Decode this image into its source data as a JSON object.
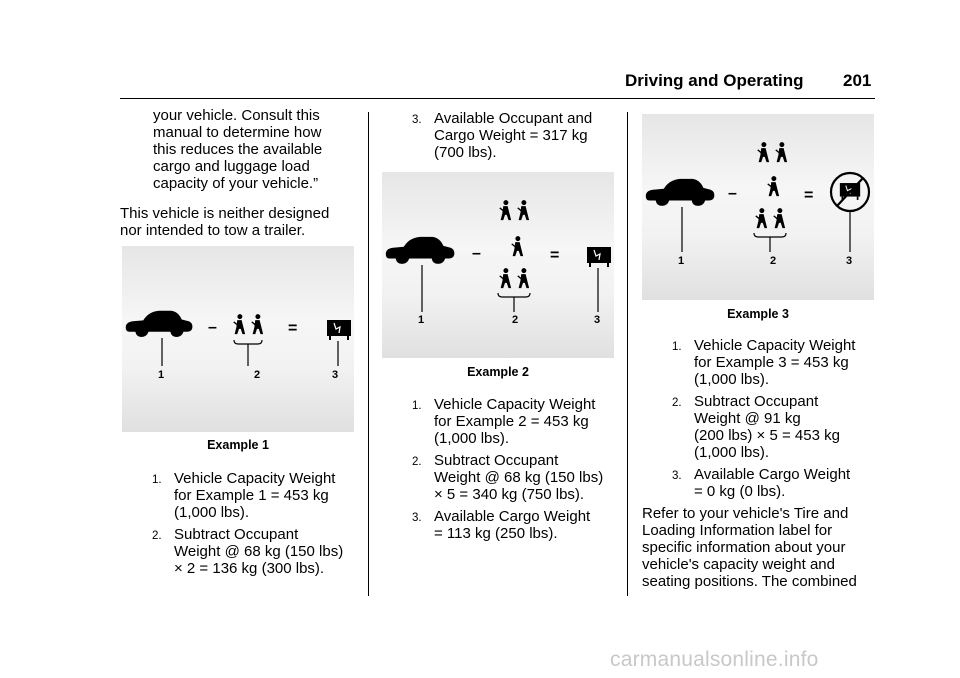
{
  "header": {
    "title": "Driving and Operating",
    "page_number": "201"
  },
  "col1": {
    "quote": "your vehicle. Consult this\nmanual to determine how\nthis reduces the available\ncargo and luggage load\ncapacity of your vehicle.”",
    "para": "This vehicle is neither designed\nnor intended to tow a trailer.",
    "caption": "Example 1",
    "items": [
      {
        "num": "1.",
        "text": "Vehicle Capacity Weight\nfor Example 1 = 453 kg\n(1,000 lbs)."
      },
      {
        "num": "2.",
        "text": "Subtract Occupant\nWeight @ 68 kg (150 lbs)\n× 2 = 136 kg (300 lbs)."
      }
    ]
  },
  "col2": {
    "items_top": [
      {
        "num": "3.",
        "text": "Available Occupant and\nCargo Weight = 317 kg\n(700 lbs)."
      }
    ],
    "caption": "Example 2",
    "items": [
      {
        "num": "1.",
        "text": "Vehicle Capacity Weight\nfor Example 2 = 453 kg\n(1,000 lbs)."
      },
      {
        "num": "2.",
        "text": "Subtract Occupant\nWeight @ 68 kg (150 lbs)\n× 5 = 340 kg (750 lbs)."
      },
      {
        "num": "3.",
        "text": "Available Cargo Weight\n= 113 kg (250 lbs)."
      }
    ]
  },
  "col3": {
    "caption": "Example 3",
    "items": [
      {
        "num": "1.",
        "text": "Vehicle Capacity Weight\nfor Example 3 = 453 kg\n(1,000 lbs)."
      },
      {
        "num": "2.",
        "text": "Subtract Occupant\nWeight @ 91 kg\n(200 lbs) × 5 = 453 kg\n(1,000 lbs)."
      },
      {
        "num": "3.",
        "text": "Available Cargo Weight\n= 0 kg (0 lbs)."
      }
    ],
    "para": "Refer to your vehicle's Tire and\nLoading Information label for\nspecific information about your\nvehicle's capacity weight and\nseating positions. The combined"
  },
  "figures": {
    "callouts": [
      "1",
      "2",
      "3"
    ],
    "minus": "–",
    "equals": "="
  },
  "watermark": "carmanualsonline.info"
}
